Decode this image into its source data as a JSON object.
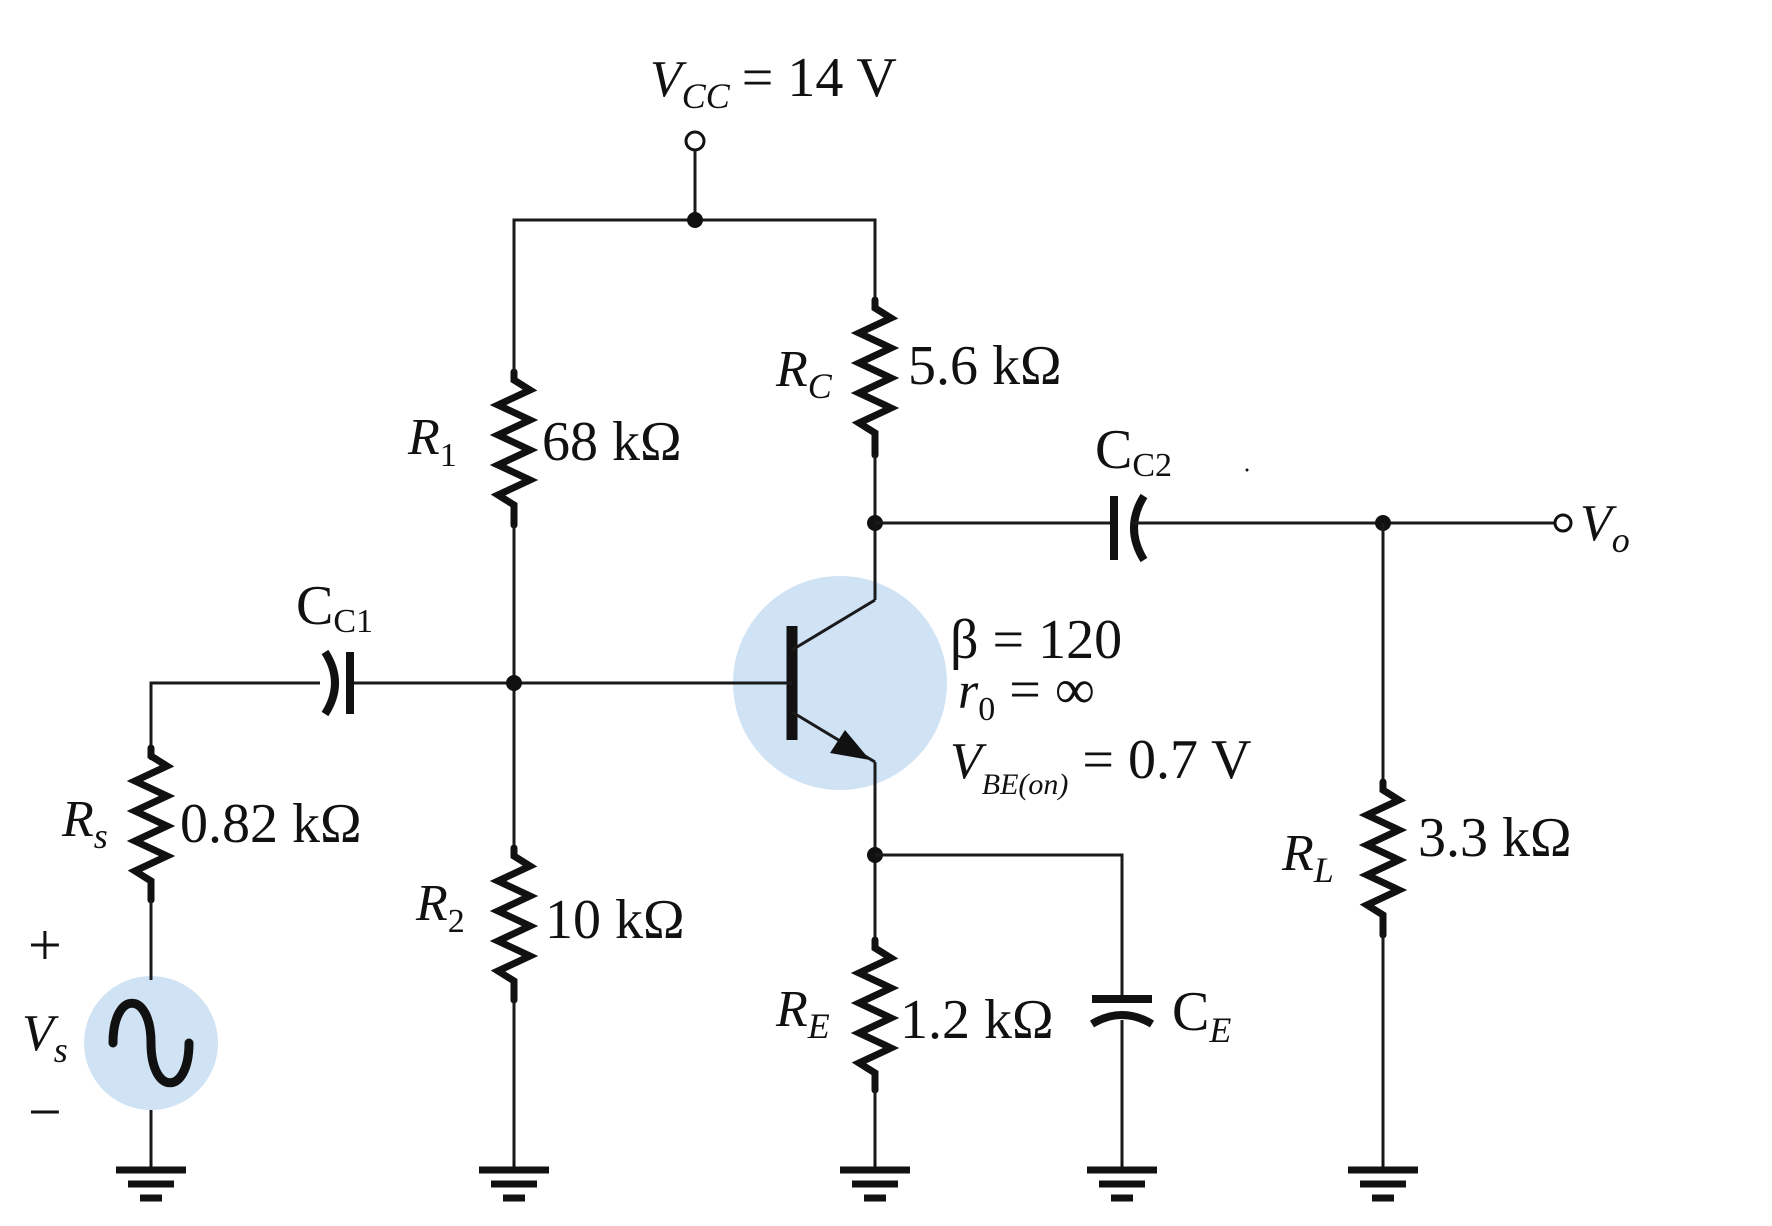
{
  "supply": {
    "symbol": "V",
    "subscript": "CC",
    "value": "= 14 V"
  },
  "components": {
    "R1": {
      "symbol": "R",
      "subscript": "1",
      "value": "68 kΩ"
    },
    "R2": {
      "symbol": "R",
      "subscript": "2",
      "value": "10 kΩ"
    },
    "RC": {
      "symbol": "R",
      "subscript": "C",
      "value": "5.6 kΩ"
    },
    "RE": {
      "symbol": "R",
      "subscript": "E",
      "value": "1.2 kΩ"
    },
    "RL": {
      "symbol": "R",
      "subscript": "L",
      "value": "3.3 kΩ"
    },
    "Rs": {
      "symbol": "R",
      "subscript": "s",
      "value": "0.82 kΩ"
    },
    "CC1": {
      "symbol": "C",
      "subscript": "C1"
    },
    "CC2": {
      "symbol": "C",
      "subscript": "C2"
    },
    "CE": {
      "symbol": "C",
      "subscript": "E"
    }
  },
  "transistor": {
    "beta": "β = 120",
    "ro_symbol": "r",
    "ro_subscript": "0",
    "ro_value": "= ∞",
    "vbe_symbol": "V",
    "vbe_subscript": "BE(on)",
    "vbe_value": "= 0.7 V"
  },
  "source": {
    "symbol": "V",
    "subscript": "s",
    "plus": "+",
    "minus": "−"
  },
  "output": {
    "symbol": "V",
    "subscript": "o"
  },
  "colors": {
    "highlight": "#cfe3f5",
    "ink": "#111111"
  }
}
